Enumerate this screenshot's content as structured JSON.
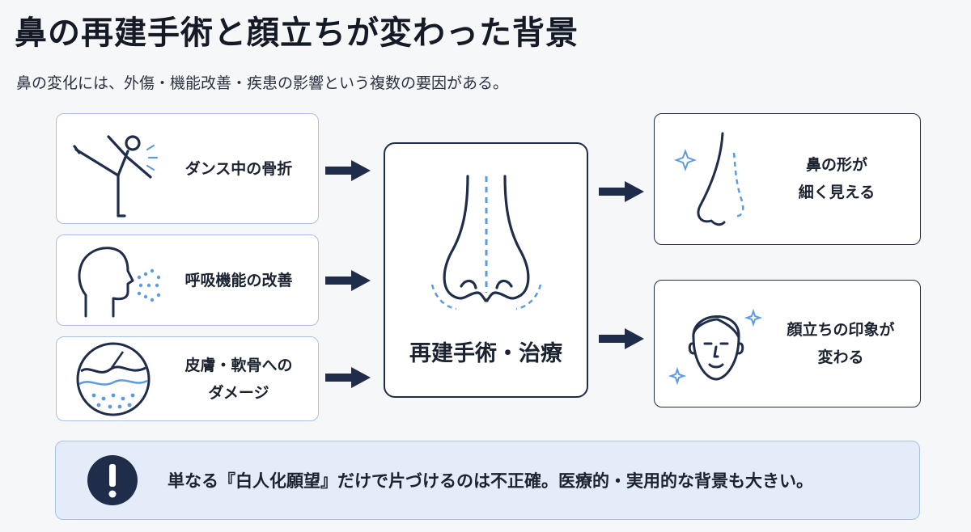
{
  "title": "鼻の再建手術と顔立ちが変わった背景",
  "subtitle": "鼻の変化には、外傷・機能改善・疾患の影響という複数の要因がある。",
  "causes": [
    {
      "label": "ダンス中の骨折",
      "icon": "dancer-icon"
    },
    {
      "label": "呼吸機能の改善",
      "icon": "breathing-head-icon"
    },
    {
      "label": "皮膚・軟骨への\nダメージ",
      "icon": "skin-layers-icon"
    }
  ],
  "center": {
    "label": "再建手術・治療",
    "icon": "nose-icon"
  },
  "effects": [
    {
      "label": "鼻の形が\n細く見える",
      "icon": "nose-profile-icon"
    },
    {
      "label": "顔立ちの印象が\n変わる",
      "icon": "face-icon"
    }
  ],
  "note": {
    "text": "単なる『白人化願望』だけで片づけるのは不正確。医療的・実用的な背景も大きい。",
    "icon": "exclamation-icon"
  },
  "colors": {
    "navy": "#1f2d4a",
    "light_blue": "#a9c2e6",
    "accent_blue": "#5b9be0",
    "note_bg": "#e3ecf8"
  }
}
